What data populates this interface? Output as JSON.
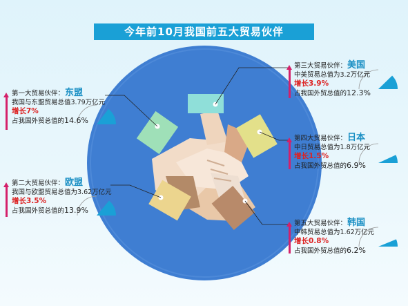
{
  "title": "今年前10月我国前五大贸易伙伴",
  "chart_data": {
    "type": "table",
    "partners": [
      {
        "rank_label": "第一大贸易伙伴：",
        "country": "东盟",
        "value_text": "我国与东盟贸易总值3.79万亿元",
        "value": 3.79,
        "unit": "万亿元",
        "growth_text": "增长7%",
        "growth": 7,
        "share_prefix": "占我国外贸总值的",
        "share_text": "14.6%",
        "share": 14.6
      },
      {
        "rank_label": "第二大贸易伙伴：",
        "country": "欧盟",
        "value_text": "我国与欧盟贸易总值为3.62万亿元",
        "value": 3.62,
        "unit": "万亿元",
        "growth_text": "增长3.5%",
        "growth": 3.5,
        "share_prefix": "占我国外贸总值的",
        "share_text": "13.9%",
        "share": 13.9
      },
      {
        "rank_label": "第三大贸易伙伴：",
        "country": "美国",
        "value_text": "中美贸易总值为3.2万亿元",
        "value": 3.2,
        "unit": "万亿元",
        "growth_text": "增长3.9%",
        "growth": 3.9,
        "share_prefix": "占我国外贸总值的",
        "share_text": "12.3%",
        "share": 12.3
      },
      {
        "rank_label": "第四大贸易伙伴：",
        "country": "日本",
        "value_text": "中日贸易总值为1.8万亿元",
        "value": 1.8,
        "unit": "万亿元",
        "growth_text": "增长1.5%",
        "growth": 1.5,
        "share_prefix": "占我国外贸总值的",
        "share_text": "6.9%",
        "share": 6.9
      },
      {
        "rank_label": "第五大贸易伙伴：",
        "country": "韩国",
        "value_text": "中韩贸易总值为1.62万亿元",
        "value": 1.62,
        "unit": "万亿元",
        "growth_text": "增长0.8%",
        "growth": 0.8,
        "share_prefix": "占我国外贸总值的",
        "share_text": "6.2%",
        "share": 6.2
      }
    ]
  },
  "colors": {
    "accent": "#1aa0d6",
    "growth": "#d22222",
    "circle": "#3e7dd0",
    "arrow": "#d4206a"
  }
}
